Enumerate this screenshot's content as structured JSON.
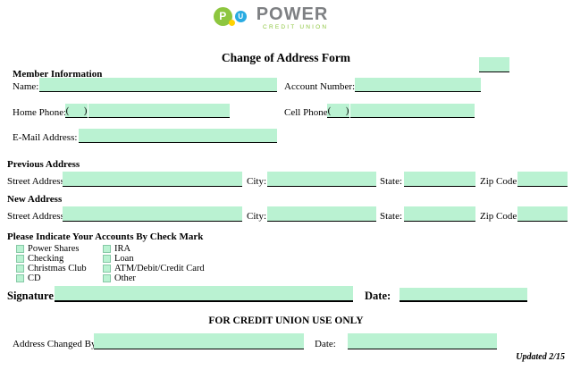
{
  "colors": {
    "field_green": "#baf2d2",
    "brand_green": "#8dc63f",
    "brand_gray": "#7e8083",
    "brand_blue": "#29abe2",
    "brand_yellow": "#ffd200"
  },
  "logo": {
    "brand": "POWER",
    "tagline": "CREDIT UNION",
    "mark_p": "P",
    "mark_u": "U"
  },
  "title": "Change of Address Form",
  "member": {
    "heading": "Member Information",
    "name_label": "Name:",
    "account_label": "Account Number:",
    "home_phone_label": "Home Phone:",
    "cell_phone_label": "Cell Phone:",
    "email_label": "E-Mail Address:",
    "parens": "(      )"
  },
  "previous": {
    "heading": "Previous Address",
    "street_label": "Street Address:",
    "city_label": "City:",
    "state_label": "State:",
    "zip_label": "Zip Code:"
  },
  "new_address": {
    "heading": "New  Address",
    "street_label": "Street Address:",
    "city_label": "City:",
    "state_label": "State:",
    "zip_label": "Zip Code:"
  },
  "accounts": {
    "heading": "Please Indicate Your Accounts By Check Mark",
    "col1": [
      "Power Shares",
      "Checking",
      "Christmas Club",
      "CD"
    ],
    "col2": [
      "IRA",
      "Loan",
      "ATM/Debit/Credit Card",
      "Other"
    ]
  },
  "signature": {
    "label": "Signature:",
    "date_label": "Date:"
  },
  "cu_use": {
    "heading": "FOR CREDIT UNION USE ONLY",
    "changed_by_label": "Address Changed By:",
    "date_label": "Date:"
  },
  "footer": {
    "updated": "Updated 2/15"
  }
}
